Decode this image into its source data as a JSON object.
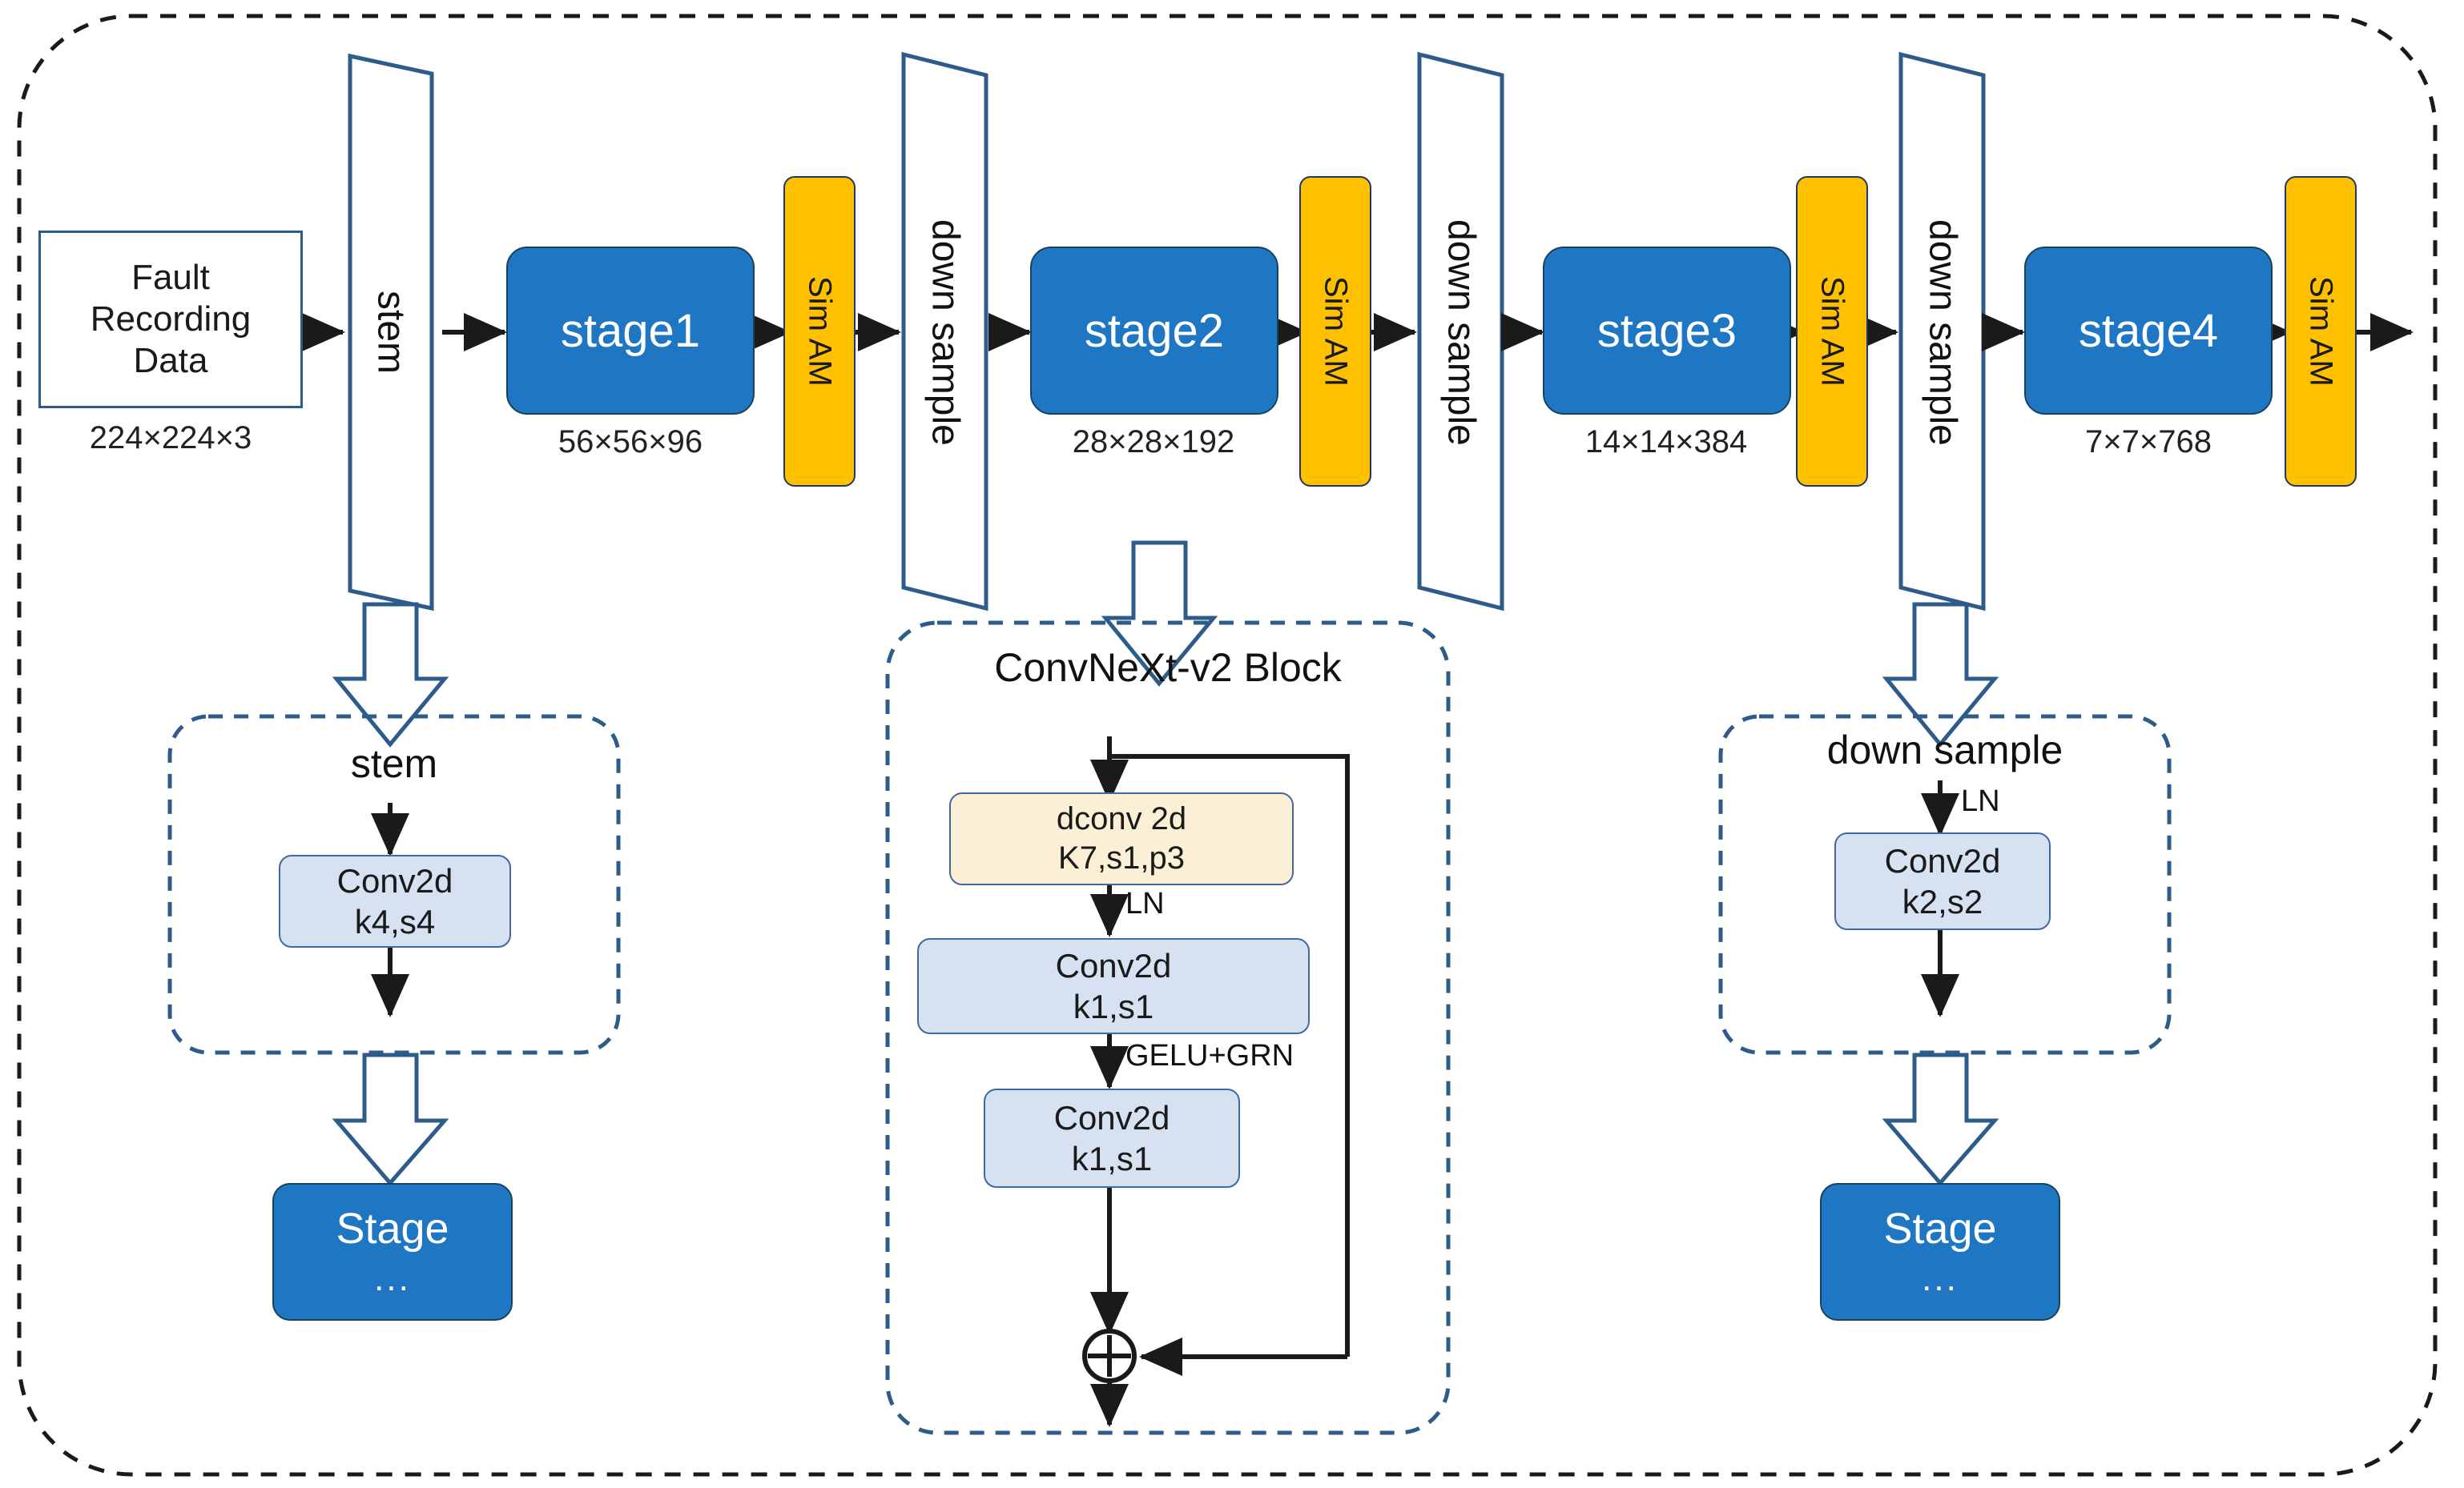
{
  "diagram": {
    "title": "ConvNeXt-v2 with SimAM network architecture",
    "colors": {
      "stage_fill": "#1F77C4",
      "stage_stroke": "#16425B",
      "simam_fill": "#FFC000",
      "simam_stroke": "#1F3864",
      "conv_fill": "#D6E1F2",
      "conv_stroke": "#41699E",
      "dconv_fill": "#FBF0D5",
      "panel_dash": "#2E5C8A",
      "outer_dash": "#1a1a1a"
    }
  },
  "pipeline": {
    "input": {
      "label": "Fault\nRecording\nData",
      "line1": "Fault",
      "line2": "Recording",
      "line3": "Data",
      "dim": "224×224×3"
    },
    "stem": {
      "label": "stem"
    },
    "blocks": [
      {
        "name": "stage1",
        "label": "stage1",
        "dim": "56×56×96",
        "attention": "Sim AM",
        "downsample": "down sample"
      },
      {
        "name": "stage2",
        "label": "stage2",
        "dim": "28×28×192",
        "attention": "Sim AM",
        "downsample": "down sample"
      },
      {
        "name": "stage3",
        "label": "stage3",
        "dim": "14×14×384",
        "attention": "Sim AM",
        "downsample": "down sample"
      },
      {
        "name": "stage4",
        "label": "stage4",
        "dim": "7×7×768",
        "attention": "Sim AM",
        "downsample": null
      }
    ]
  },
  "panels": {
    "stem": {
      "title": "stem",
      "conv": {
        "line1": "Conv2d",
        "line2": "k4,s4"
      },
      "out_stage": {
        "label": "Stage",
        "dots": "..."
      }
    },
    "convnext": {
      "title": "ConvNeXt-v2 Block",
      "dconv": {
        "line1": "dconv 2d",
        "line2": "K7,s1,p3"
      },
      "norm_after_dconv": "LN",
      "conv1": {
        "line1": "Conv2d",
        "line2": "k1,s1"
      },
      "act_label": "GELU+GRN",
      "conv2": {
        "line1": "Conv2d",
        "line2": "k1,s1"
      },
      "add_symbol": "⊕"
    },
    "downsample": {
      "title": "down sample",
      "norm_label": "LN",
      "conv": {
        "line1": "Conv2d",
        "line2": "k2,s2"
      },
      "out_stage": {
        "label": "Stage",
        "dots": "..."
      }
    }
  }
}
